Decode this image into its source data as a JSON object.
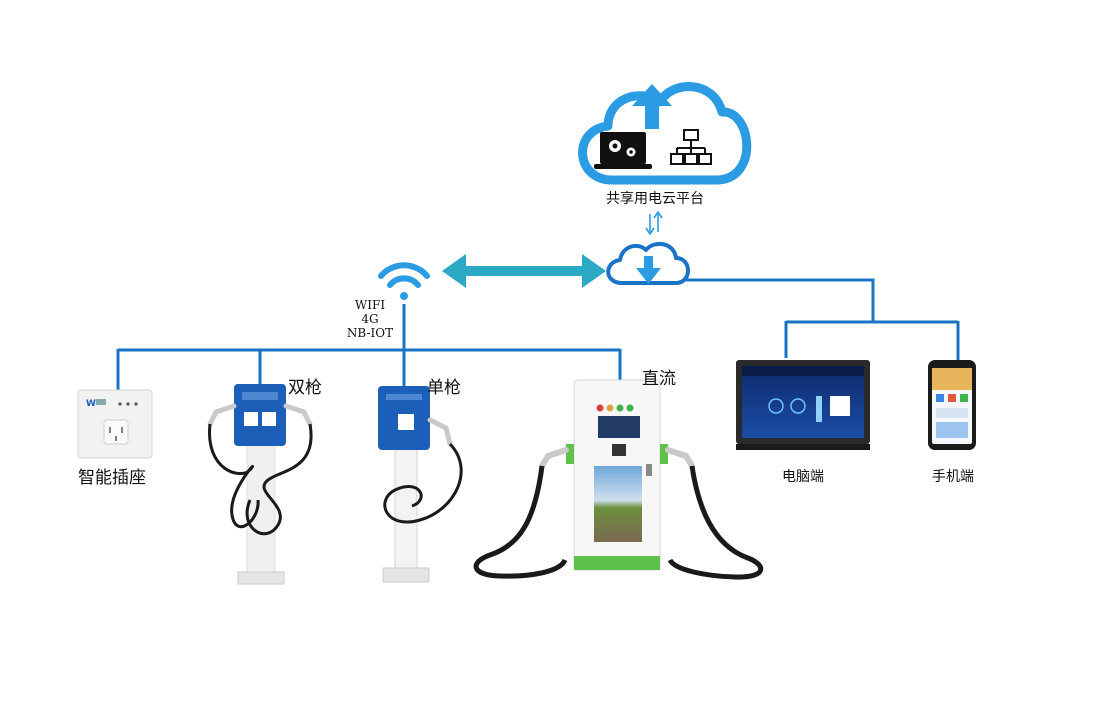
{
  "platform": {
    "label": "共享用电云平台"
  },
  "network": {
    "lines": [
      "WIFI",
      "4G",
      "NB-IOT"
    ]
  },
  "devices": {
    "socket": {
      "label": "智能插座"
    },
    "dual_gun": {
      "label": "双枪"
    },
    "single_gun": {
      "label": "单枪"
    },
    "dc": {
      "label": "直流"
    }
  },
  "terminals": {
    "pc": {
      "label": "电脑端"
    },
    "mobile": {
      "label": "手机端"
    }
  },
  "colors": {
    "line_blue": "#1a73c6",
    "cloud_blue": "#2b9be3",
    "teal": "#2aa8c4",
    "charger_blue": "#1c5fb8",
    "dc_green": "#5ec24a"
  }
}
